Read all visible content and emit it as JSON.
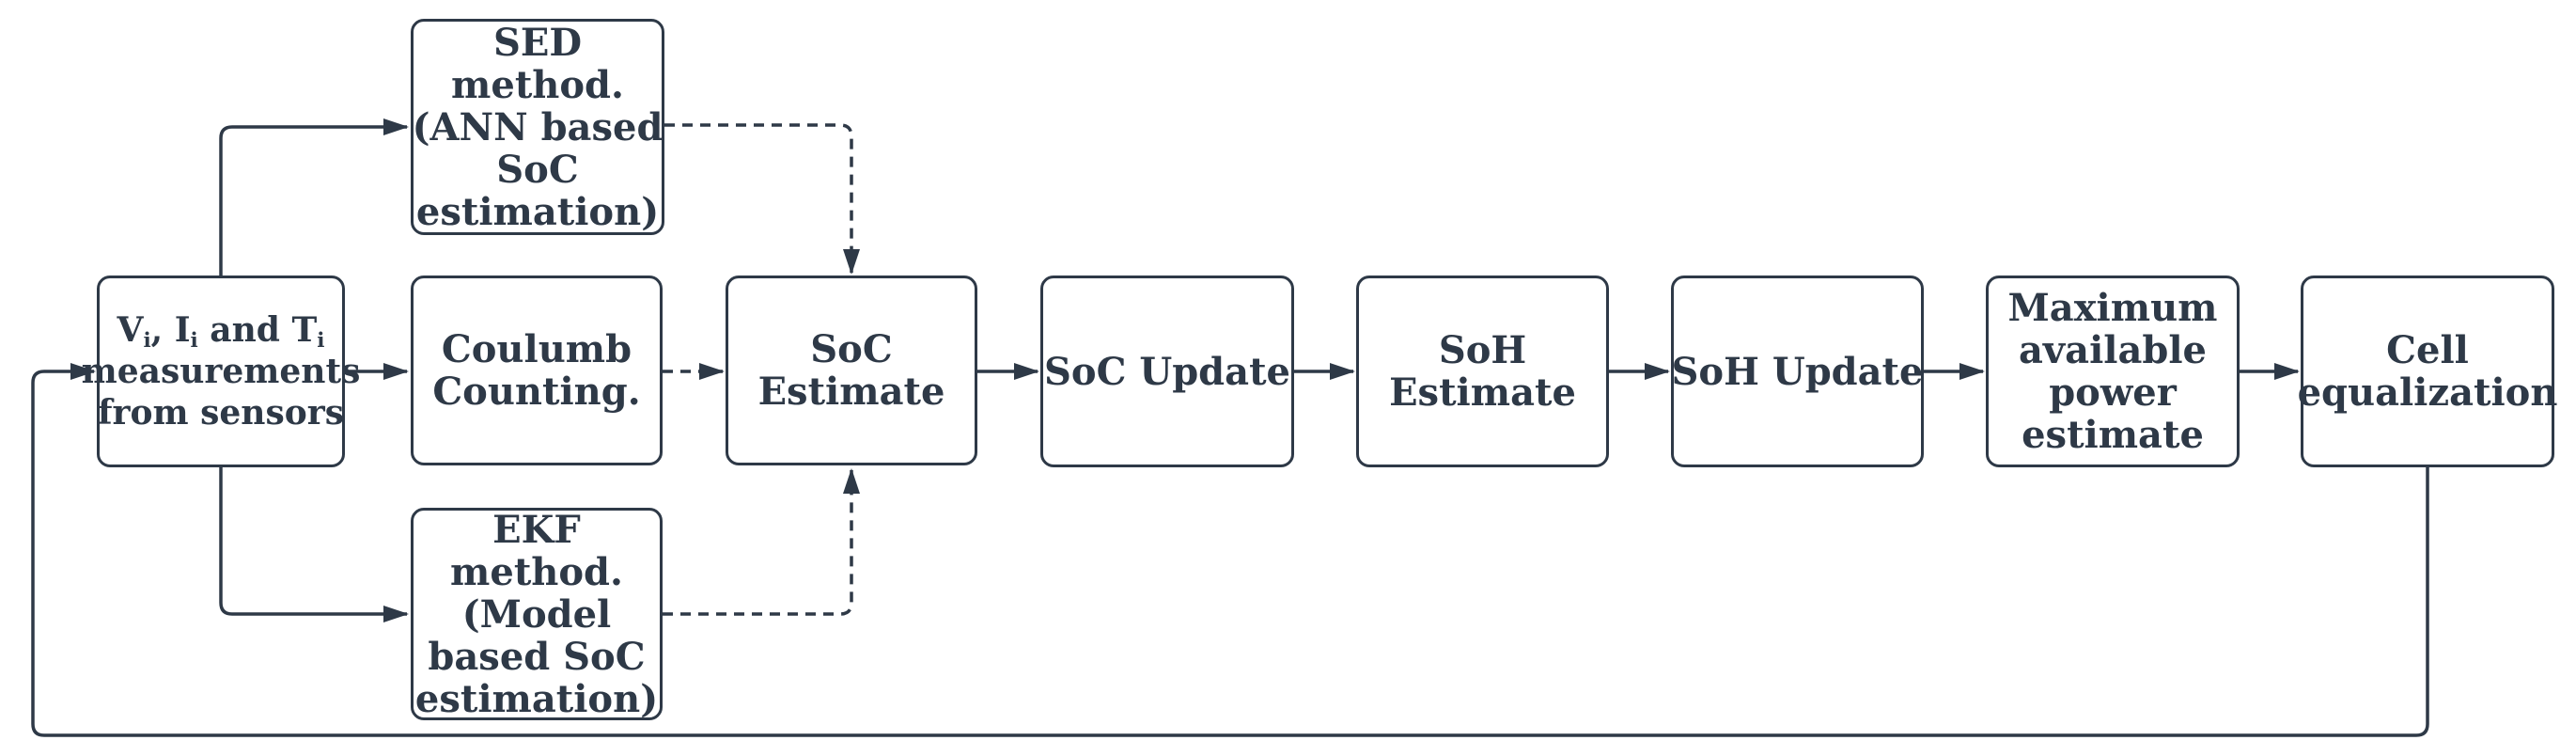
{
  "figure": {
    "type": "flowchart",
    "ink_color": "#2e3947",
    "background_color": "#ffffff"
  },
  "boxes": {
    "measurements": {
      "line1": {
        "seg0": "V",
        "sub0": "i",
        "seg1": ", I",
        "sub1": "i",
        "seg2": " and T",
        "sub2": "i"
      },
      "line2": "measurements",
      "line3": "from sensors"
    },
    "sed": {
      "lines": [
        "SED",
        "method.",
        "(ANN based",
        "SoC",
        "estimation)"
      ]
    },
    "coulumb": {
      "lines": [
        "Coulumb",
        "Counting."
      ]
    },
    "ekf": {
      "lines": [
        "EKF",
        "method.",
        "(Model",
        "based SoC",
        "estimation)"
      ]
    },
    "soc_estimate": {
      "lines": [
        "SoC",
        "Estimate"
      ]
    },
    "soc_update": {
      "lines": [
        "SoC Update"
      ]
    },
    "soh_estimate": {
      "lines": [
        "SoH",
        "Estimate"
      ]
    },
    "soh_update": {
      "lines": [
        "SoH Update"
      ]
    },
    "max_power": {
      "lines": [
        "Maximum",
        "available",
        "power",
        "estimate"
      ]
    },
    "cell_equalization": {
      "lines": [
        "Cell",
        "equalization"
      ]
    }
  },
  "edges": [
    {
      "from": "measurements",
      "to": "sed",
      "style": "solid",
      "arrow": "filled-triangle"
    },
    {
      "from": "measurements",
      "to": "coulumb",
      "style": "solid",
      "arrow": "filled-triangle"
    },
    {
      "from": "measurements",
      "to": "ekf",
      "style": "solid",
      "arrow": "filled-triangle"
    },
    {
      "from": "sed",
      "to": "soc_estimate",
      "style": "dashed",
      "arrow": "filled-triangle"
    },
    {
      "from": "coulumb",
      "to": "soc_estimate",
      "style": "dashed",
      "arrow": "filled-triangle"
    },
    {
      "from": "ekf",
      "to": "soc_estimate",
      "style": "dashed",
      "arrow": "filled-triangle"
    },
    {
      "from": "soc_estimate",
      "to": "soc_update",
      "style": "solid",
      "arrow": "filled-triangle"
    },
    {
      "from": "soc_update",
      "to": "soh_estimate",
      "style": "solid",
      "arrow": "filled-triangle"
    },
    {
      "from": "soh_estimate",
      "to": "soh_update",
      "style": "solid",
      "arrow": "filled-triangle"
    },
    {
      "from": "soh_update",
      "to": "max_power",
      "style": "solid",
      "arrow": "filled-triangle"
    },
    {
      "from": "max_power",
      "to": "cell_equalization",
      "style": "solid",
      "arrow": "filled-triangle"
    },
    {
      "from": "cell_equalization",
      "to": "measurements",
      "style": "solid",
      "arrow": "filled-triangle",
      "route": "bottom-feedback-loop"
    }
  ]
}
